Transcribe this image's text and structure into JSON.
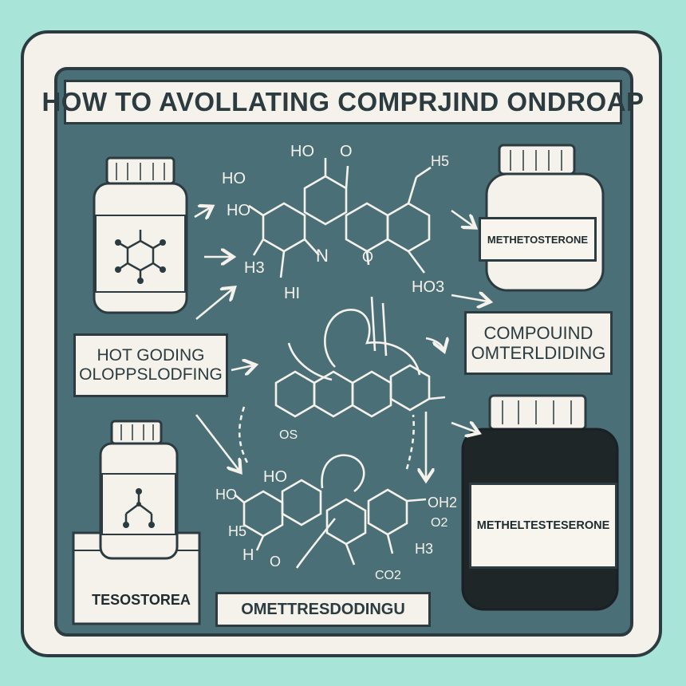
{
  "title": "HOW TO AVOLLATING COMPRJIND ONDROAP",
  "left_label": {
    "line1": "HOT GODING",
    "line2": "OLOPPSLODFING"
  },
  "compound_label": {
    "line1": "COMPOUIND",
    "line2": "OMTERLDIDING"
  },
  "bottom_label": "OMETTRESDODINGU",
  "jar_top_right_label": "METHETOSTERONE",
  "jar_bottom_right_label": "METHELTESTESERONE",
  "base_label": "TESOSTOREA",
  "chem_labels": {
    "top_ho": "HO",
    "top_left_ho": "HO",
    "left_ho": "HO",
    "h3": "H3",
    "hi": "HI",
    "n": "N",
    "o_top": "O",
    "o_mid": "O",
    "h5": "H5",
    "ho3": "HO3",
    "os": "OS",
    "bottom_ho": "HO",
    "bottom_left_ho": "HO",
    "h5_bottom": "H5",
    "h_bottom": "H",
    "o_bottom": "O",
    "oh2": "OH2",
    "h3_bottom": "H3",
    "oo2": "O2",
    "co2": "CO2"
  },
  "colors": {
    "background": "#a9e4d8",
    "frame": "#f3f1ea",
    "panel": "#4a6f76",
    "ink": "#2b3b40",
    "jar_dark": "#1f2628"
  }
}
